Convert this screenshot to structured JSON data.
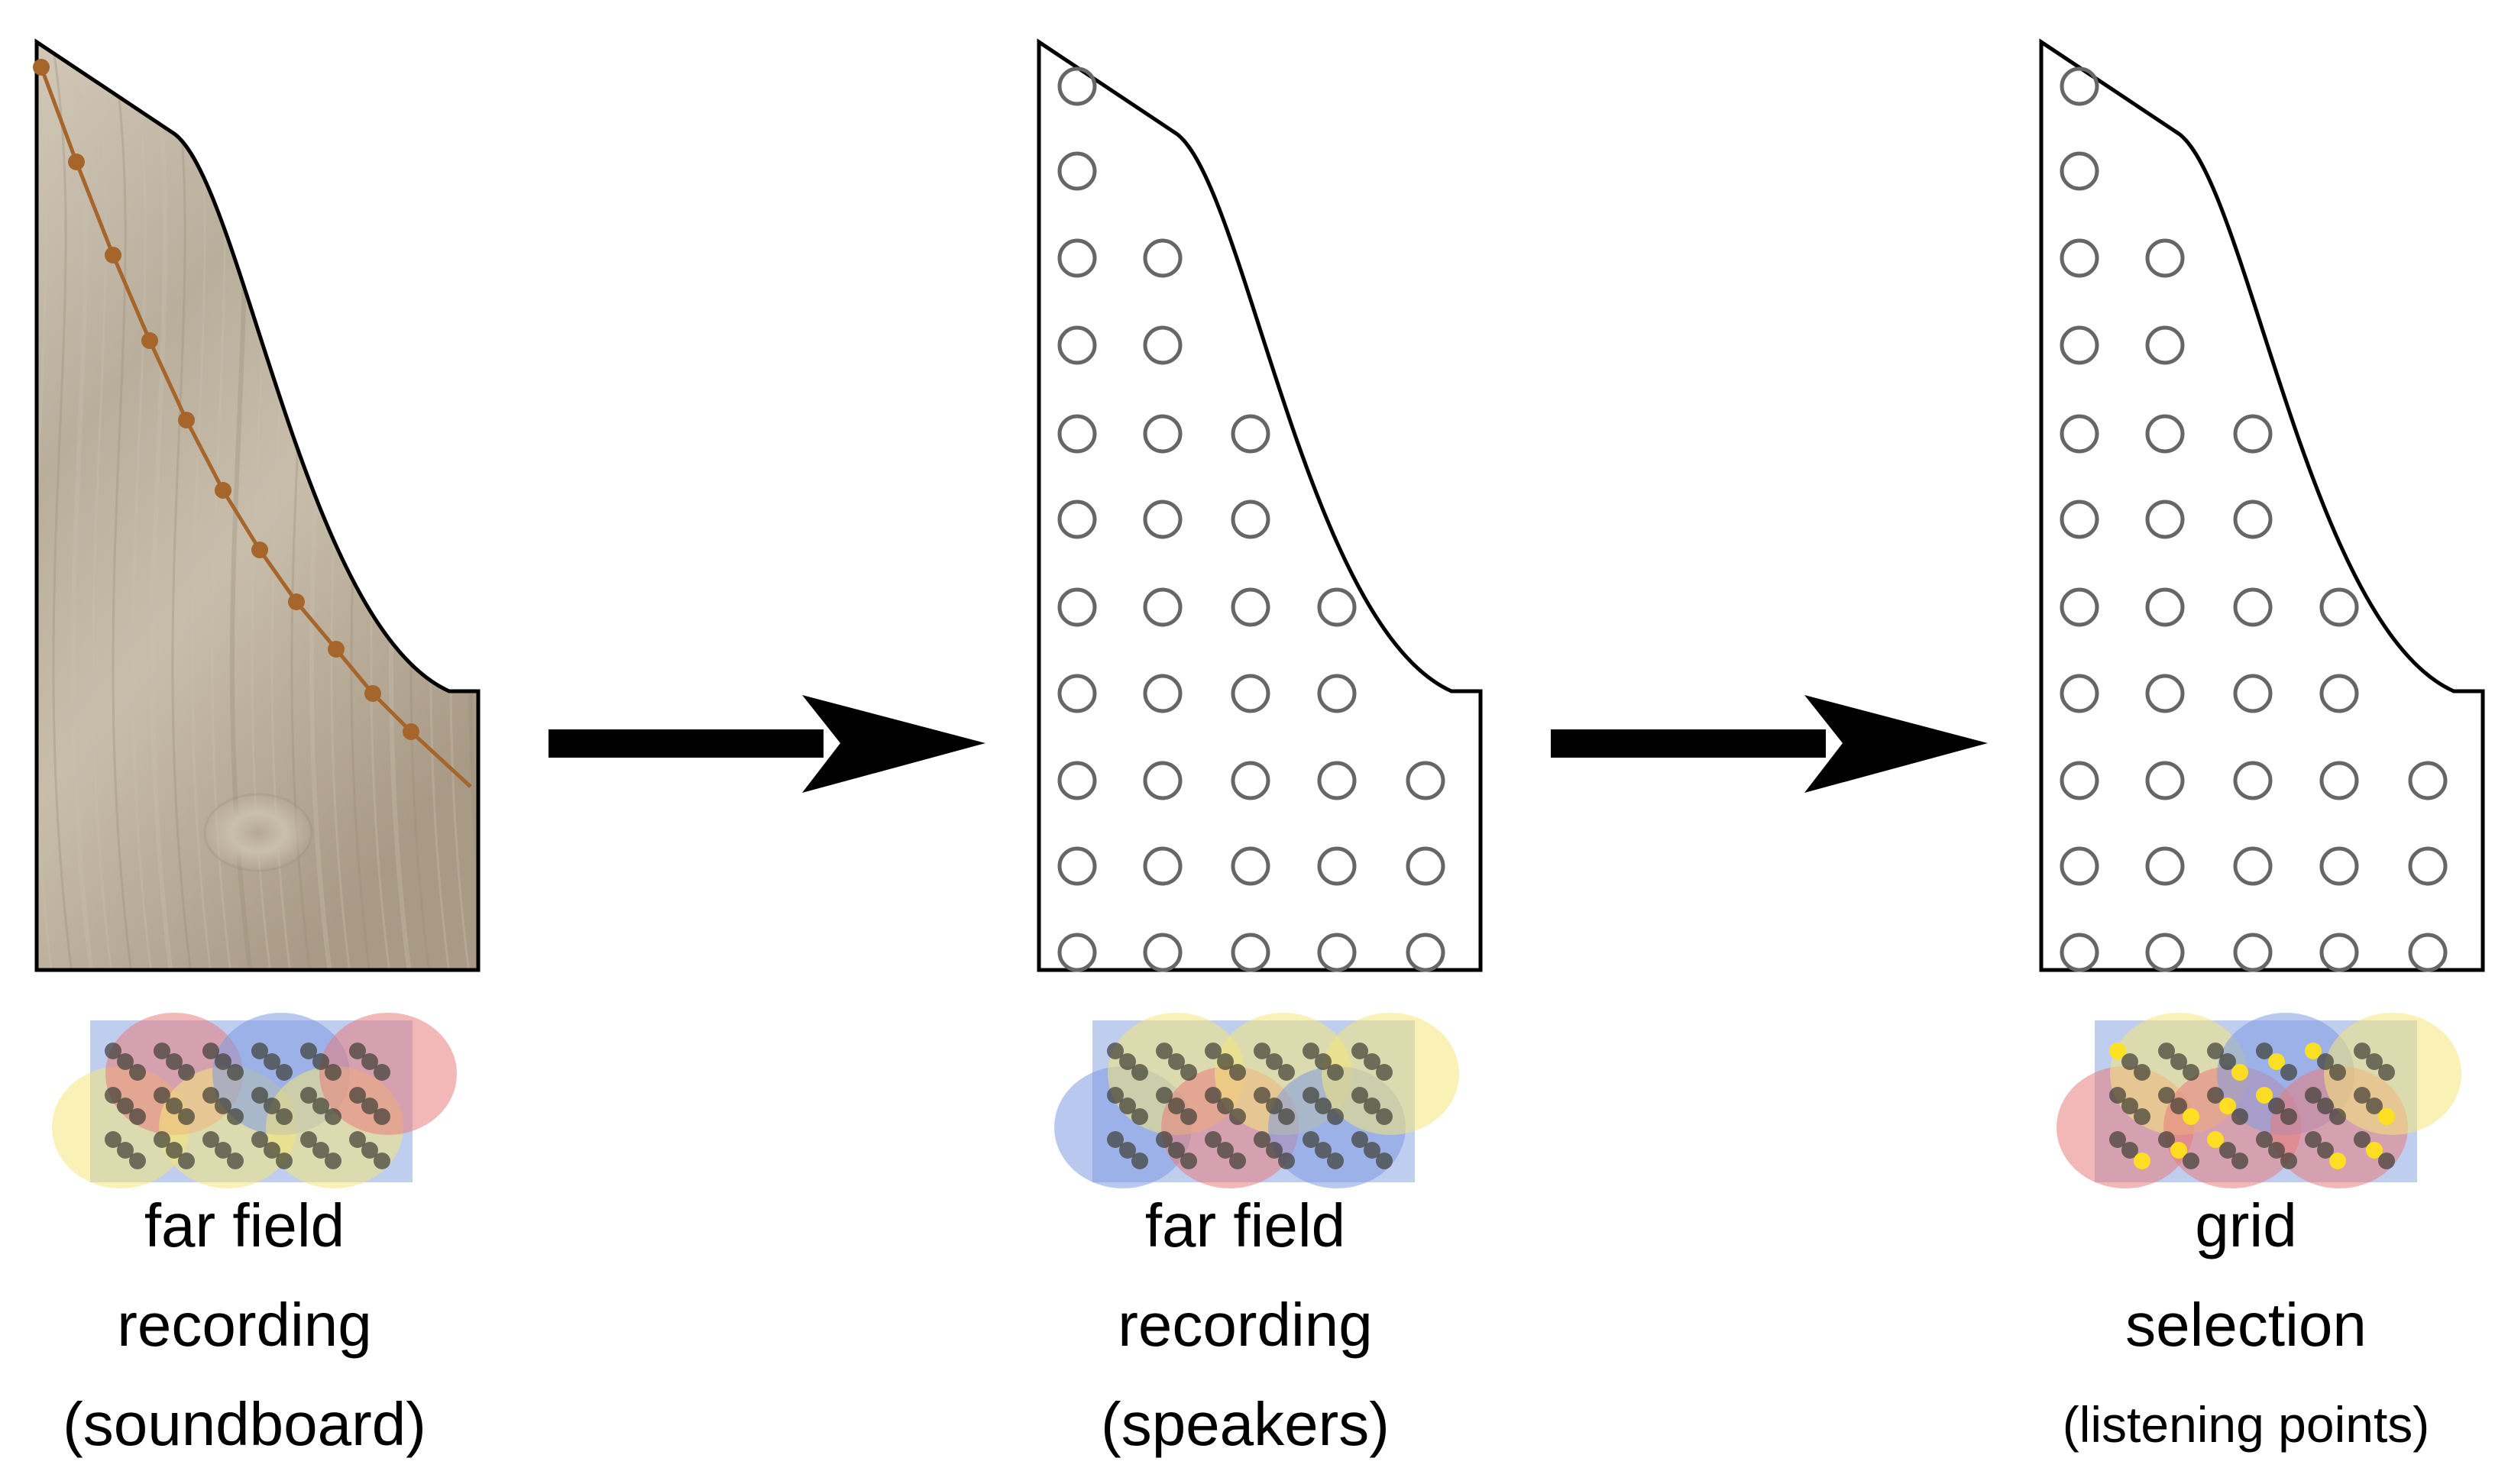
{
  "panels": [
    {
      "name": "soundboard-panel",
      "fill": "wood",
      "caption": [
        "far field",
        "recording",
        "(soundboard)"
      ]
    },
    {
      "name": "speakers-panel",
      "fill": "blank",
      "caption": [
        "far field",
        "recording",
        "(speakers)"
      ]
    },
    {
      "name": "grid-panel",
      "fill": "blank",
      "caption": [
        "grid",
        "selection",
        "(listening points)"
      ]
    }
  ],
  "grid_rows": [
    1,
    1,
    2,
    2,
    3,
    3,
    4,
    4,
    5,
    5,
    5
  ],
  "colors": {
    "outline": "#000000",
    "grid_circle": "#666666",
    "bridge": "#a5652b",
    "wood_light": "#c9bfae",
    "wood_dark": "#9c8e79",
    "heat_blue": "#7f9be0",
    "heat_yellow": "#f4e67a",
    "heat_red": "#e87b7b",
    "highlight_yellow": "#ffe21a"
  },
  "icons": [
    "arrow-right-icon",
    "arrow-right-icon"
  ]
}
